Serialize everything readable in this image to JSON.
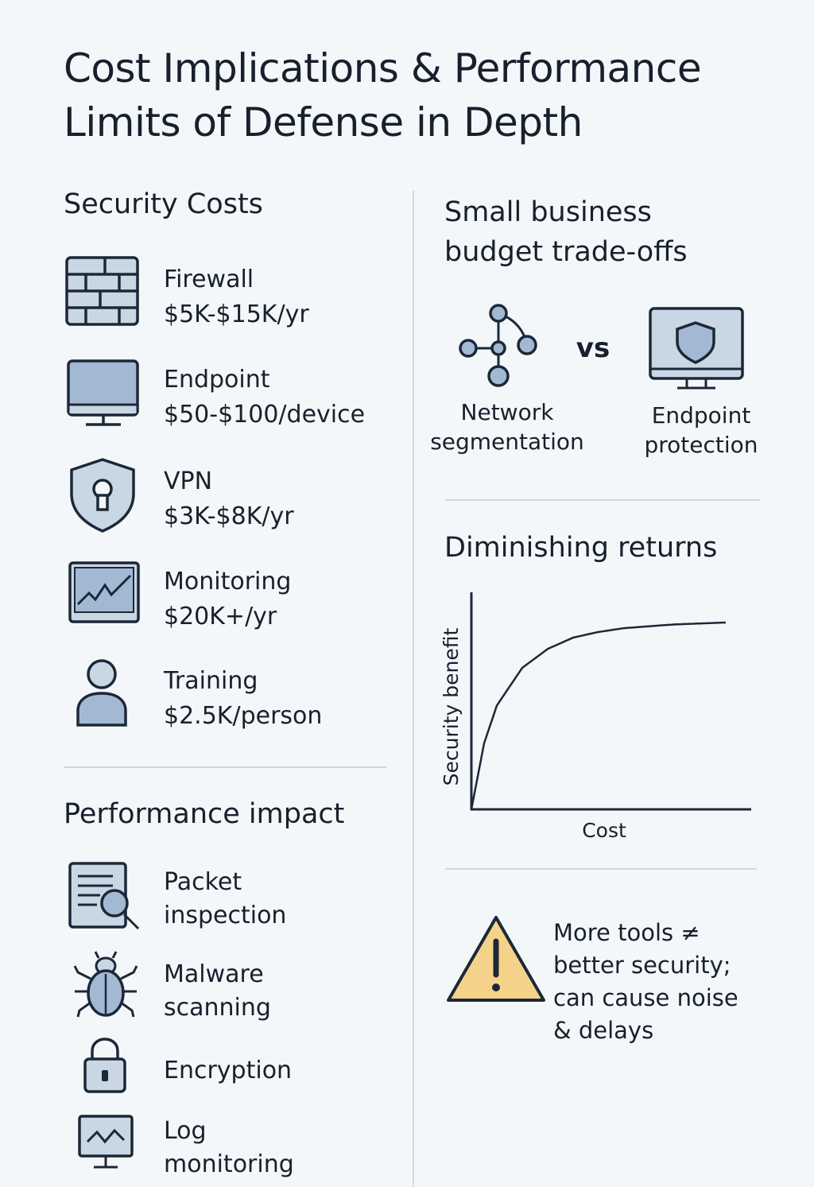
{
  "title_line1": "Cost Implications & Performance",
  "title_line2": "Limits of Defense in Depth",
  "security_costs": {
    "heading": "Security Costs",
    "items": [
      {
        "name": "Firewall",
        "cost": "$5K-$15K/yr",
        "icon": "firewall-icon"
      },
      {
        "name": "Endpoint",
        "cost": "$50-$100/device",
        "icon": "monitor-icon"
      },
      {
        "name": "VPN",
        "cost": "$3K-$8K/yr",
        "icon": "shield-keyhole-icon"
      },
      {
        "name": "Monitoring",
        "cost": "$20K+/yr",
        "icon": "chart-monitor-icon"
      },
      {
        "name": "Training",
        "cost": "$2.5K/person",
        "icon": "person-icon"
      }
    ]
  },
  "performance": {
    "heading": "Performance impact",
    "items": [
      {
        "line1": "Packet",
        "line2": "inspection",
        "icon": "document-search-icon"
      },
      {
        "line1": "Malware",
        "line2": "scanning",
        "icon": "bug-icon"
      },
      {
        "line1": "Encryption",
        "line2": "",
        "icon": "lock-icon"
      },
      {
        "line1": "Log",
        "line2": "monitoring",
        "icon": "monitor-graph-icon"
      }
    ]
  },
  "tradeoffs": {
    "heading_line1": "Small business",
    "heading_line2": "budget trade-offs",
    "left_line1": "Network",
    "left_line2": "segmentation",
    "vs": "vs",
    "right_line1": "Endpoint",
    "right_line2": "protection"
  },
  "chart_data": {
    "type": "line",
    "title": "Diminishing returns",
    "xlabel": "Cost",
    "ylabel": "Security benefit",
    "x": [
      0,
      0.5,
      1,
      2,
      3,
      4,
      5,
      6,
      7,
      8,
      9,
      10
    ],
    "y": [
      0,
      0.35,
      0.55,
      0.75,
      0.85,
      0.91,
      0.94,
      0.96,
      0.97,
      0.98,
      0.985,
      0.99
    ],
    "xlim": [
      0,
      11
    ],
    "ylim": [
      0,
      1.15
    ],
    "grid": false
  },
  "warning": {
    "lines": [
      "More tools ≠",
      "better security;",
      "can cause noise",
      "& delays"
    ],
    "icon": "warning-icon"
  },
  "colors": {
    "background": "#f3f7fa",
    "text": "#17202c",
    "icon_light": "#c9d6e3",
    "icon_mid": "#a3b9d3",
    "warning": "#f5d28a"
  }
}
